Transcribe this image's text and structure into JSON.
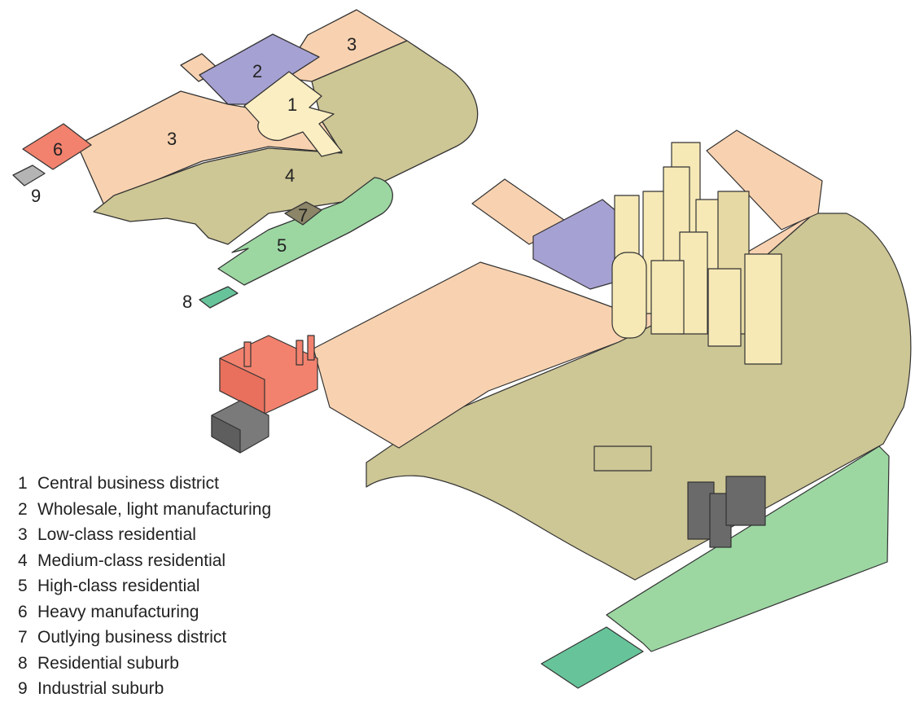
{
  "zones": [
    {
      "number": "1",
      "name": "Central business district",
      "color": "#fbeec2"
    },
    {
      "number": "2",
      "name": "Wholesale, light manufacturing",
      "color": "#a6a1d3"
    },
    {
      "number": "3",
      "name": "Low-class residential",
      "color": "#f8d2b0"
    },
    {
      "number": "4",
      "name": "Medium-class residential",
      "color": "#cdc695"
    },
    {
      "number": "5",
      "name": "High-class residential",
      "color": "#9cd7a2"
    },
    {
      "number": "6",
      "name": "Heavy manufacturing",
      "color": "#f2826e"
    },
    {
      "number": "7",
      "name": "Outlying business district",
      "color": "#8c8568"
    },
    {
      "number": "8",
      "name": "Residential suburb",
      "color": "#67c49a"
    },
    {
      "number": "9",
      "name": "Industrial suburb",
      "color": "#b4b4b4"
    }
  ],
  "map_labels": {
    "z1": "1",
    "z2": "2",
    "z3a": "3",
    "z3b": "3",
    "z4": "4",
    "z5": "5",
    "z6": "6",
    "z7": "7",
    "z8": "8",
    "z9": "9"
  },
  "colors": {
    "outline": "#333333",
    "building_dark": "#6a6a6a",
    "tower_fill": "#f6e9b6"
  }
}
